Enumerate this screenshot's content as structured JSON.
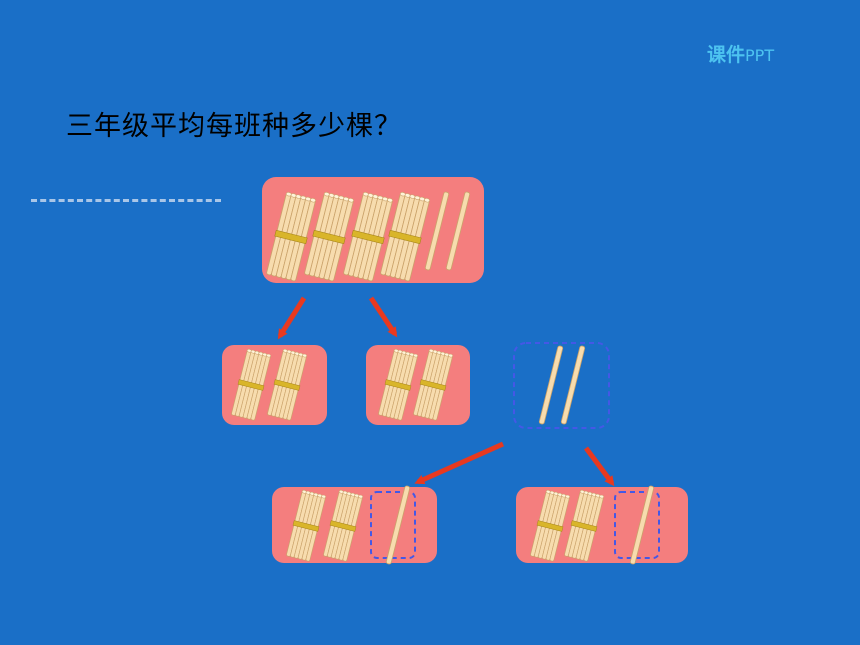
{
  "watermark": {
    "text_cn": "课件",
    "text_en": "PPT"
  },
  "question": {
    "text": "三年级平均每班种多少棵？"
  },
  "colors": {
    "background": "#1a6fc7",
    "box_fill": "#f47e7e",
    "stick": "#f7dcae",
    "band": "#d9b52a",
    "arrow": "#e8391f",
    "dashed_box": "#4458e6"
  },
  "groups": {
    "top": {
      "bundles": 4,
      "singles": 2
    },
    "left_split": {
      "bundles": 2,
      "singles": 0
    },
    "right_split": {
      "bundles": 2,
      "singles": 0
    },
    "remainder": {
      "bundles": 0,
      "singles": 2
    },
    "bottom_left": {
      "bundles": 2,
      "singles": 1
    },
    "bottom_right": {
      "bundles": 2,
      "singles": 1
    }
  }
}
